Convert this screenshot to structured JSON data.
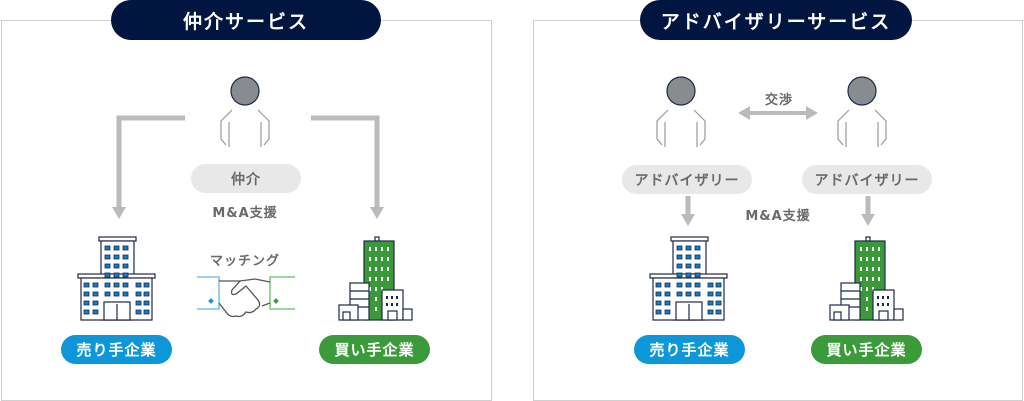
{
  "brokerage": {
    "title": "仲介サービス",
    "role_label": "仲介",
    "support_label": "M&A支援",
    "matching_label": "マッチング",
    "seller_label": "売り手企業",
    "buyer_label": "買い手企業"
  },
  "advisory": {
    "title": "アドバイザリーサービス",
    "negotiation_label": "交渉",
    "left_role_label": "アドバイザリー",
    "right_role_label": "アドバイザリー",
    "support_label": "M&A支援",
    "seller_label": "売り手企業",
    "buyer_label": "買い手企業"
  },
  "colors": {
    "navy": "#001640",
    "seller": "#0d97d8",
    "buyer": "#3b9a3a",
    "arrow": "#bbbbbb"
  }
}
